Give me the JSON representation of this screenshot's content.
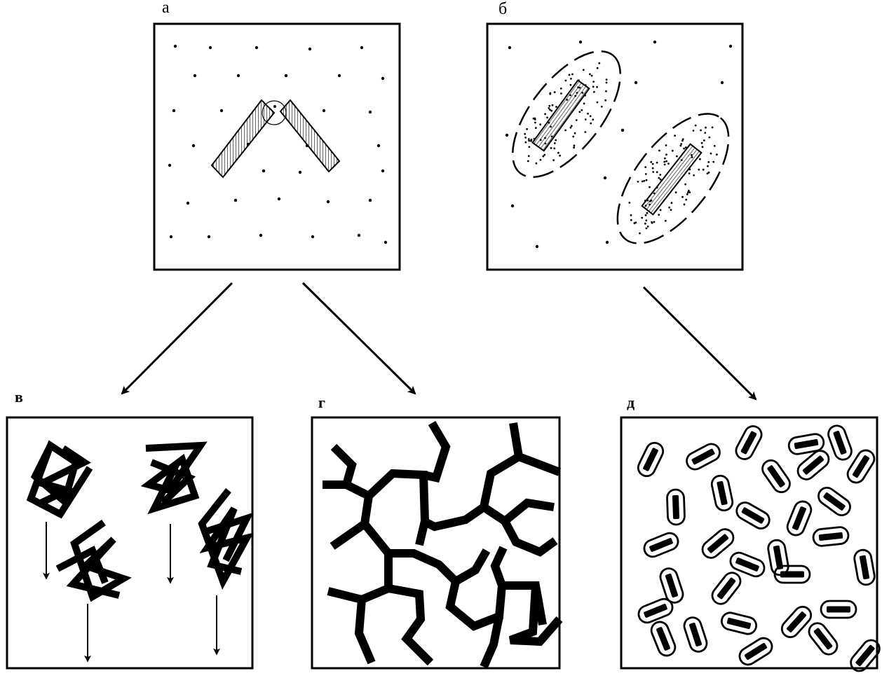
{
  "panels": {
    "a": {
      "label": "а"
    },
    "b": {
      "label": "б"
    },
    "v": {
      "label": "в"
    },
    "g": {
      "label": "г"
    },
    "d": {
      "label": "д"
    }
  },
  "colors": {
    "ink": "#000000",
    "paper": "#ffffff"
  }
}
